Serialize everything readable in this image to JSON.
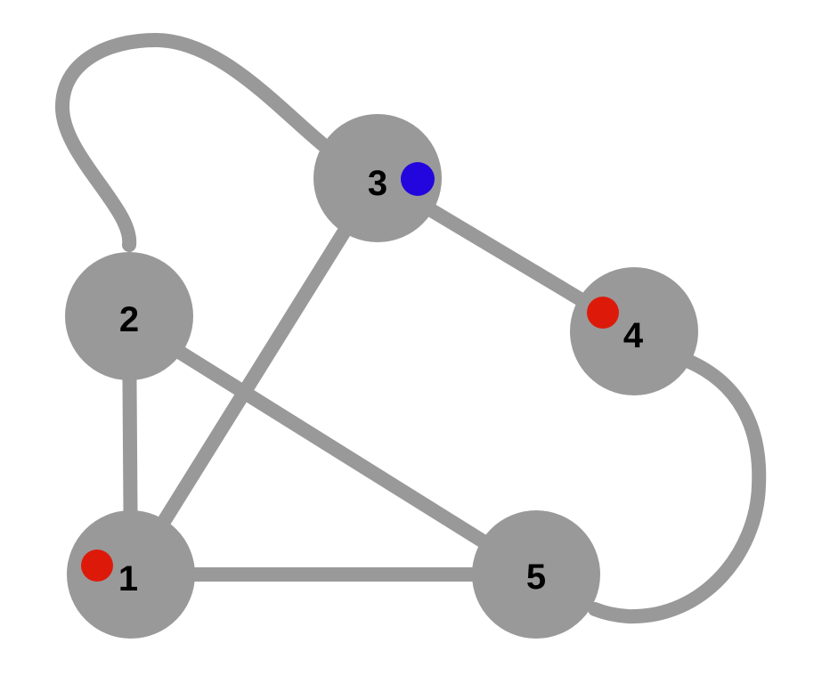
{
  "colors": {
    "background": "#ffffff",
    "node_fill": "#999999",
    "edge_stroke": "#999999",
    "label": "#000000",
    "marker_red": "#dd1a0a",
    "marker_blue": "#2206dd"
  },
  "nodes": [
    {
      "id": "1",
      "label": "1",
      "marker": "red"
    },
    {
      "id": "2",
      "label": "2",
      "marker": ""
    },
    {
      "id": "3",
      "label": "3",
      "marker": "blue"
    },
    {
      "id": "4",
      "label": "4",
      "marker": "red"
    },
    {
      "id": "5",
      "label": "5",
      "marker": ""
    }
  ],
  "edges": [
    {
      "from": "1",
      "to": "2"
    },
    {
      "from": "1",
      "to": "3"
    },
    {
      "from": "1",
      "to": "5"
    },
    {
      "from": "2",
      "to": "5"
    },
    {
      "from": "3",
      "to": "4"
    },
    {
      "from": "2",
      "to": "3"
    },
    {
      "from": "4",
      "to": "5"
    }
  ]
}
